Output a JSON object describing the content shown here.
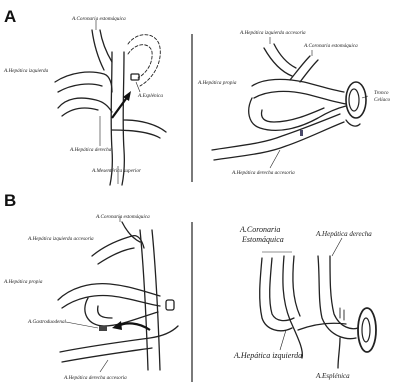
{
  "panel_a": {
    "letter": "A",
    "left": {
      "coronaria_estomaquica": "A.Coronaria estomáquica",
      "hepatica_izquierda": "A.Hepática izquierda",
      "esplenica": "A.Esplénica",
      "hepatica_derecha": "A.Hepática derecha",
      "mesenterica_superior": "A.Mesentérica superior"
    },
    "right": {
      "hepatica_izquierda_accesoria": "A.Hepática izquierda accesoria",
      "coronaria_estomaquica": "A.Coronaria estomáquica",
      "hepatica_propia": "A.Hepática propia",
      "tronco_celiaco_1": "Tronco",
      "tronco_celiaco_2": "Celíaco",
      "hepatica_derecha_accesoria": "A.Hepática derecha accesoria"
    }
  },
  "panel_b": {
    "letter": "B",
    "left": {
      "coronaria_estomaquica": "A.Coronaria estomáquica",
      "hepatica_izquierda_accesoria": "A.Hepática izquierda accesoria",
      "hepatica_propia": "A.Hepática propia",
      "gastroduodenal": "A.Gastroduodenal",
      "hepatica_derecha_accesoria": "A.Hepática derecha accesoria"
    },
    "right": {
      "coronaria_1": "A.Coronaria",
      "coronaria_2": "Estomáquica",
      "hepatica_derecha": "A.Hepática derecha",
      "hepatica_izquierda": "A.Hepática izquierda",
      "esplenica": "A.Esplénica"
    }
  },
  "colors": {
    "ink": "#222222",
    "background": "#ffffff"
  }
}
